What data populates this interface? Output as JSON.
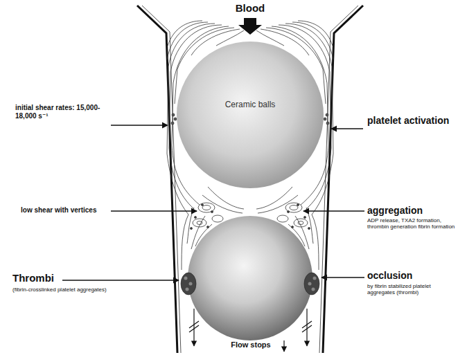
{
  "diagram": {
    "nodes": [
      {
        "text": [
          "Ceramic balls"
        ]
      }
    ],
    "labels": [
      "Blood",
      "initial shear rates: 15,000-18,000 s⁻¹",
      "platelet activation",
      "low shear with vertices",
      "aggregation",
      "ADP release, TXA2 formation, thrombin generation fibrin formation",
      "Thrombi",
      "(fibrin-crosslinked platelet aggregates)",
      "occlusion",
      "by fibrin stabilized platelet aggregates (thrombi)",
      "Flow stops"
    ]
  }
}
